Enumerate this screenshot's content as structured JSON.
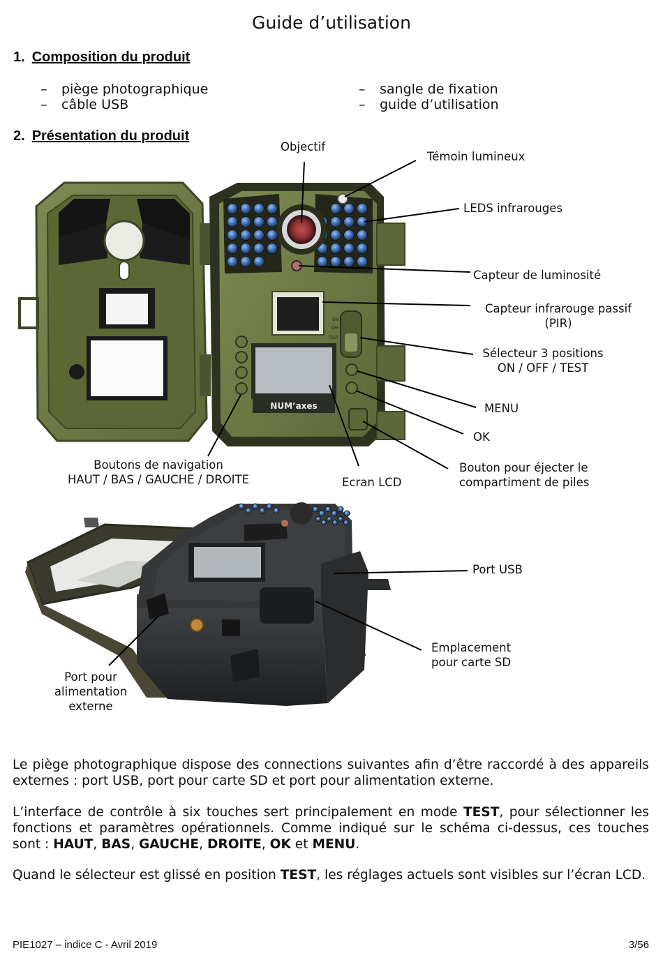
{
  "title": "Guide d’utilisation",
  "section1": {
    "number": "1.",
    "title": "Composition du produit",
    "dash": "–",
    "items_left": [
      "piège photographique",
      "câble USB"
    ],
    "items_right": [
      "sangle de fixation",
      "guide d’utilisation"
    ]
  },
  "section2": {
    "number": "2.",
    "title": "Présentation du produit"
  },
  "camera_brand": "NUM’axes",
  "switch_marks": [
    "ON",
    "OFF",
    "TEST"
  ],
  "labels": {
    "objectif": "Objectif",
    "temoin": "Témoin lumineux",
    "leds": "LEDS infrarouges",
    "capteur_lum": "Capteur de luminosité",
    "pir_line1": "Capteur infrarouge passif",
    "pir_line2": "(PIR)",
    "selecteur_line1": "Sélecteur 3 positions",
    "selecteur_line2": "ON / OFF / TEST",
    "menu": "MENU",
    "ok": "OK",
    "ejecter_line1": "Bouton pour éjecter le",
    "ejecter_line2": "compartiment de piles",
    "nav_line1": "Boutons de navigation",
    "nav_line2": "HAUT / BAS / GAUCHE / DROITE",
    "ecran": "Ecran LCD",
    "usb": "Port USB",
    "sd_line1": "Emplacement",
    "sd_line2": "pour carte SD",
    "alim_line1": "Port pour",
    "alim_line2": "alimentation",
    "alim_line3": "externe"
  },
  "paragraphs": {
    "p1": "Le piège photographique dispose des connections suivantes afin d’être raccordé à des appareils externes : port USB, port pour carte SD et port pour alimentation externe.",
    "p2_a": "L’interface de contrôle à six touches sert principalement en mode ",
    "p2_test": "TEST",
    "p2_b": ", pour sélectionner les fonctions et paramètres opérationnels. Comme indiqué sur le schéma ci-dessus, ces touches sont : ",
    "p2_haut": "HAUT",
    "sep_comma": ", ",
    "p2_bas": "BAS",
    "p2_gauche": "GAUCHE",
    "p2_droite": "DROITE",
    "p2_ok": "OK",
    "p2_et": " et ",
    "p2_menu": "MENU",
    "p2_end": ".",
    "p3_a": "Quand le sélecteur est glissé en position ",
    "p3_test": "TEST",
    "p3_b": ", les réglages actuels sont visibles sur l’écran LCD."
  },
  "footer": {
    "left": "PIE1027 – indice C - Avril 2019",
    "right": "3/56"
  },
  "colors": {
    "camera_green": "#6e7a45",
    "camera_dark": "#2e3320",
    "led_blue": "#3f6fb8",
    "lens_red": "#8a3030",
    "housing_black": "#222426"
  }
}
